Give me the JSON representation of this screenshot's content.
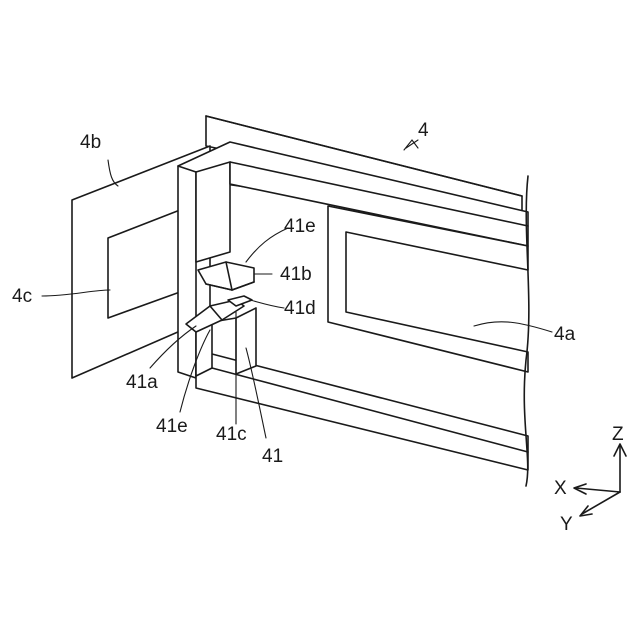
{
  "figure": {
    "labels": {
      "part_4": "4",
      "part_4a": "4a",
      "part_4b": "4b",
      "part_4c": "4c",
      "part_41": "41",
      "part_41a": "41a",
      "part_41b": "41b",
      "part_41c": "41c",
      "part_41d": "41d",
      "part_41e_top": "41e",
      "part_41e_bottom": "41e"
    },
    "axes": {
      "z": "Z",
      "x": "X",
      "y": "Y"
    }
  }
}
